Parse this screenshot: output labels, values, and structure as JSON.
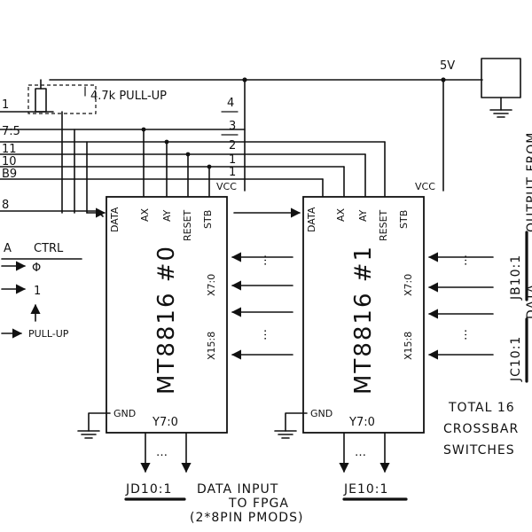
{
  "supply": {
    "voltage": "5V",
    "pullup": "4.7k PULL-UP"
  },
  "left_signals": [
    "1",
    "7:5",
    "11",
    "10",
    "B9",
    "8"
  ],
  "bus_numbers": [
    "4",
    "3",
    "2",
    "1",
    "1"
  ],
  "left_legend": {
    "data_label": "A",
    "ctrl_label": "CTRL",
    "row1": "Φ",
    "row2": "1",
    "row3": "PULL-UP"
  },
  "chips": [
    {
      "name": "MT8816 #0",
      "pins": {
        "data": "DATA",
        "ax": "AX",
        "ay": "AY",
        "reset": "RESET",
        "stb": "STB",
        "vcc": "VCC",
        "gnd": "GND",
        "x_lo": "X7:0",
        "x_hi": "X15:8",
        "y": "Y7:0"
      }
    },
    {
      "name": "MT8816 #1",
      "pins": {
        "data": "DATA",
        "ax": "AX",
        "ay": "AY",
        "reset": "RESET",
        "stb": "STB",
        "vcc": "VCC",
        "gnd": "GND",
        "x_lo": "X7:0",
        "x_hi": "X15:8",
        "y": "Y7:0"
      }
    }
  ],
  "ellipsis": "…",
  "bottom": {
    "jd": "JD10:1",
    "je": "JE10:1",
    "line1": "DATA INPUT",
    "line2": "TO FPGA",
    "line3": "(2*8PIN PMODS)"
  },
  "right_ports": {
    "jb": "JB10:1",
    "jb_note": "OUTPUT FROM",
    "jc": "JC10:1",
    "jc_note": "DATA"
  },
  "right_note": {
    "line1": "TOTAL 16",
    "line2": "CROSSBAR",
    "line3": "SWITCHES"
  }
}
